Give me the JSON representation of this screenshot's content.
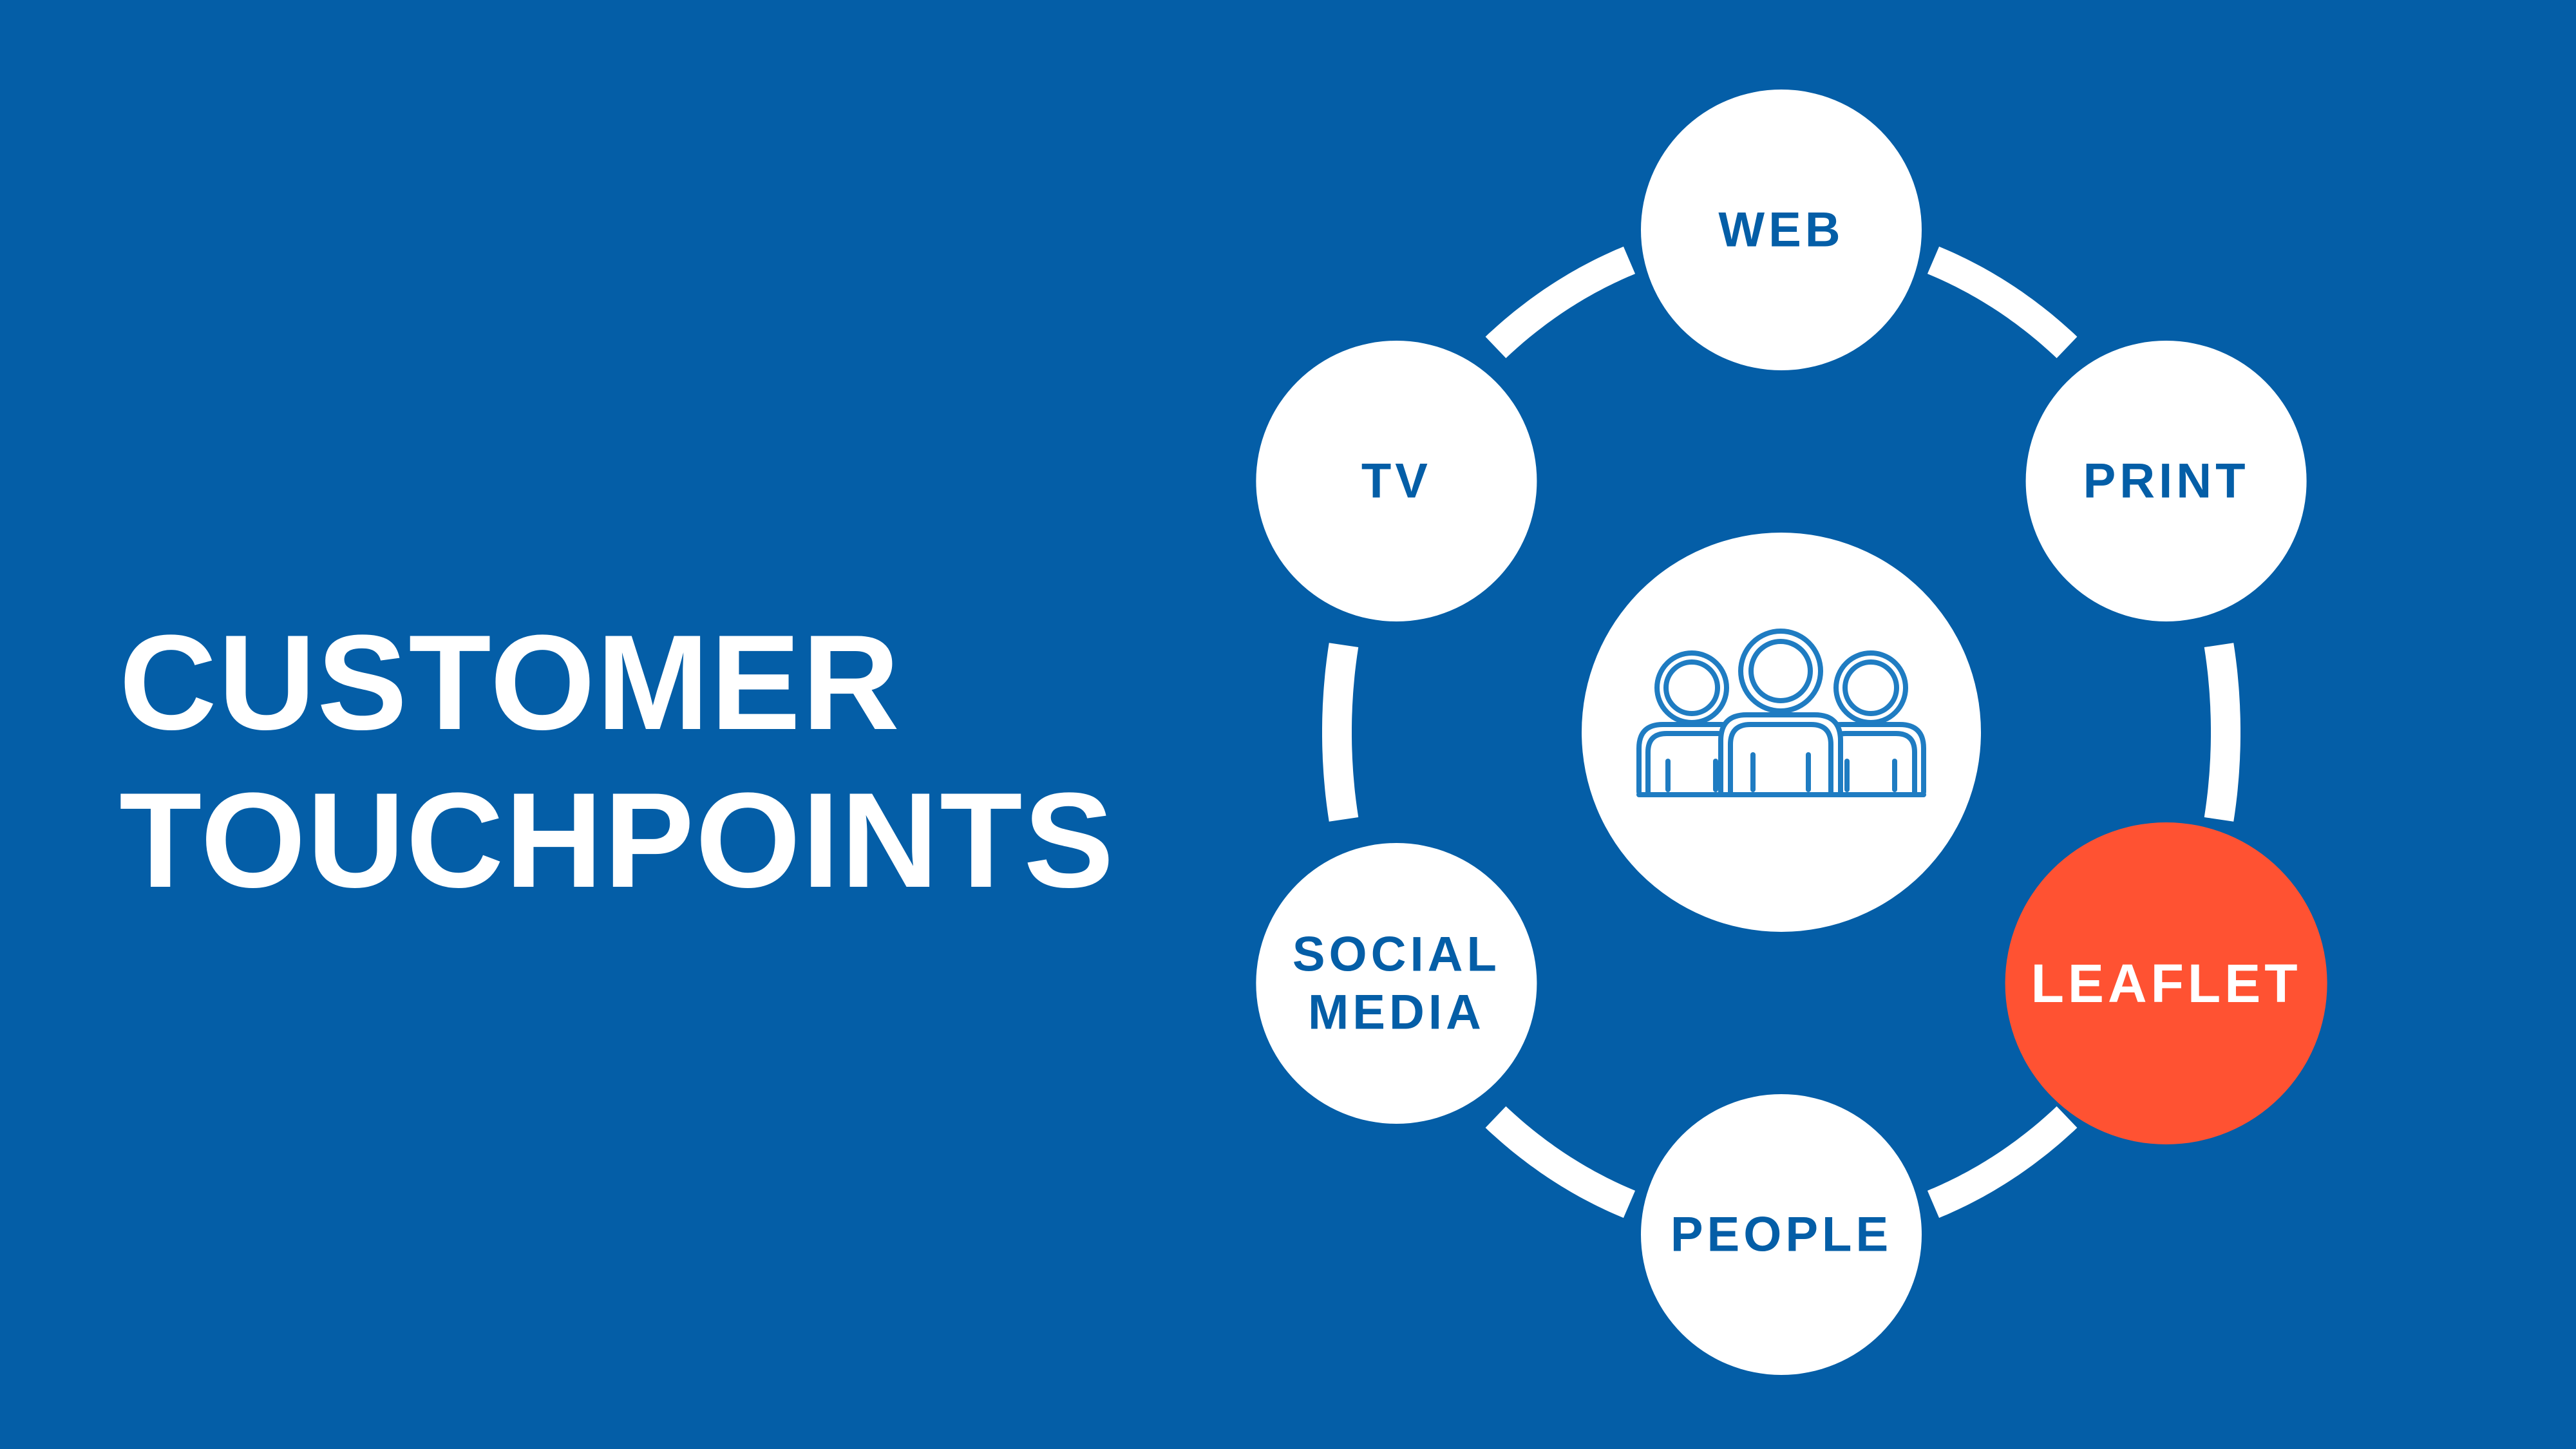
{
  "title": {
    "line1": "CUSTOMER",
    "line2": "TOUCHPOINTS"
  },
  "center": {
    "icon": "people-group-icon"
  },
  "nodes": [
    {
      "id": "web",
      "lines": [
        "WEB"
      ],
      "highlighted": false
    },
    {
      "id": "print",
      "lines": [
        "PRINT"
      ],
      "highlighted": false
    },
    {
      "id": "leaflet",
      "lines": [
        "LEAFLET"
      ],
      "highlighted": true
    },
    {
      "id": "people",
      "lines": [
        "PEOPLE"
      ],
      "highlighted": false
    },
    {
      "id": "social-media",
      "lines": [
        "SOCIAL",
        "MEDIA"
      ],
      "highlighted": false
    },
    {
      "id": "tv",
      "lines": [
        "TV"
      ],
      "highlighted": false
    }
  ],
  "colors": {
    "background": "#045ea7",
    "node_fill": "#ffffff",
    "node_text": "#045ea7",
    "highlight_fill": "#ff5232",
    "highlight_text": "#ffffff",
    "ring": "#ffffff",
    "icon_stroke": "#1f7cc2"
  }
}
